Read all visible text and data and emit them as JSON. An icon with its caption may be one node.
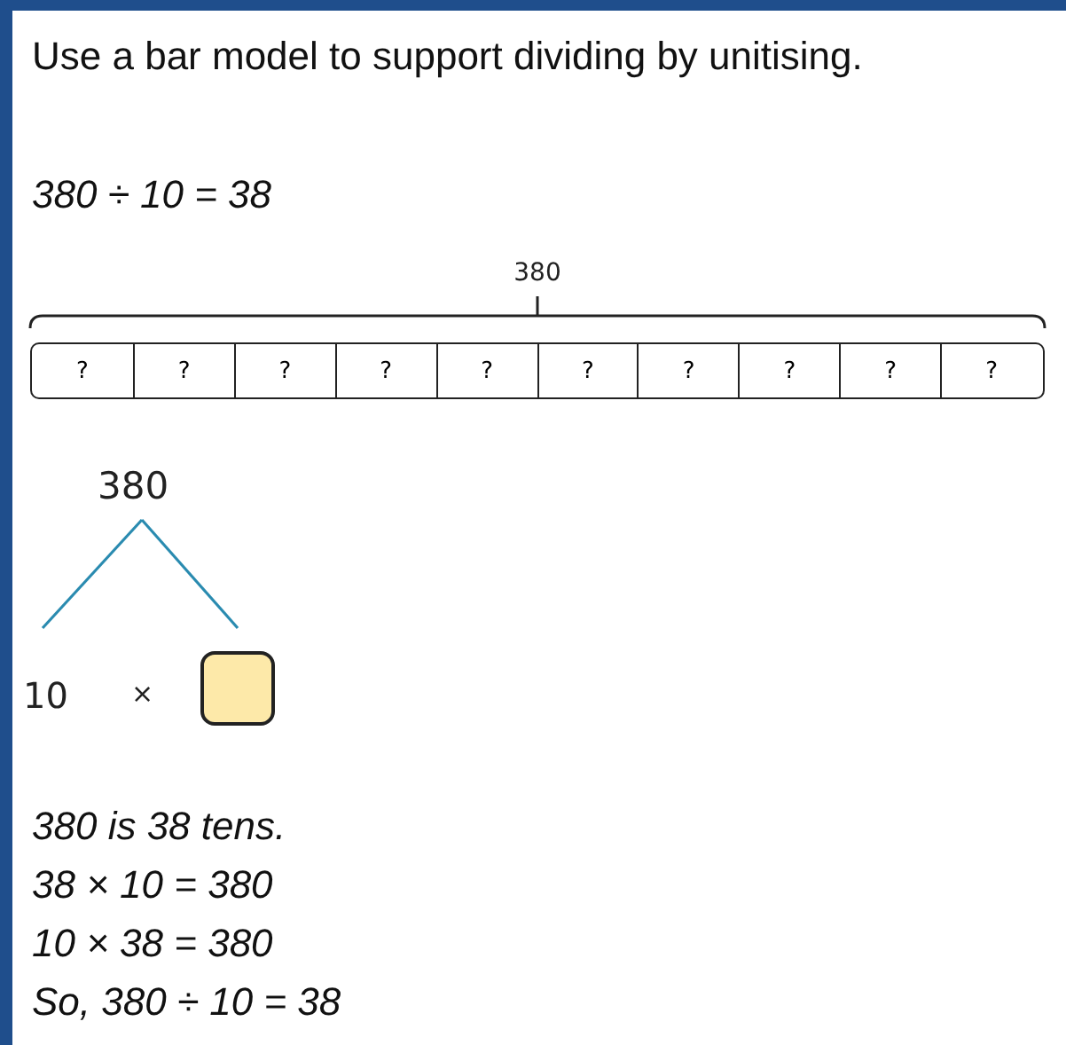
{
  "diagram": {
    "title": "Use a bar model to support dividing by unitising.",
    "nodes": [
      {
        "text": [
          "?"
        ]
      },
      {
        "text": [
          "?"
        ]
      },
      {
        "text": [
          "?"
        ]
      },
      {
        "text": [
          "?"
        ]
      },
      {
        "text": [
          "?"
        ]
      },
      {
        "text": [
          "?"
        ]
      },
      {
        "text": [
          "?"
        ]
      },
      {
        "text": [
          "?"
        ]
      },
      {
        "text": [
          "?"
        ]
      },
      {
        "text": [
          "?"
        ]
      },
      {
        "text": [
          "380"
        ]
      },
      {
        "text": [
          "10"
        ]
      },
      {
        "text": [],
        "shape": "box"
      }
    ],
    "edges": [
      {
        "from": 10,
        "to": 11,
        "arrow": "none"
      },
      {
        "from": 10,
        "to": 12,
        "arrow": "none"
      }
    ],
    "labels": [
      "380 ÷ 10 = 38",
      "380",
      "×",
      "380 is 38 tens.",
      "38 × 10 = 380",
      "10 × 38 = 380",
      "So, 380 ÷ 10 = 38"
    ]
  }
}
